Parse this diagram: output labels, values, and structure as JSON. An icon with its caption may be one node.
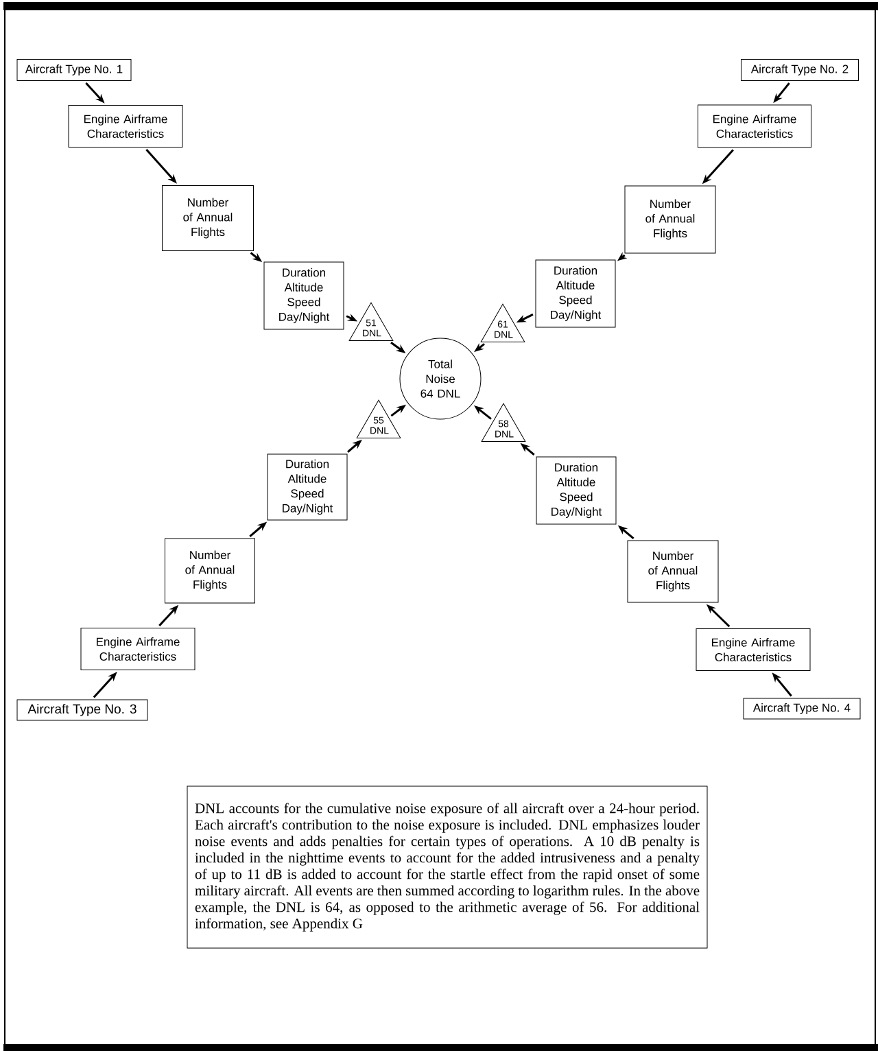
{
  "diagram": {
    "nodes": [
      {
        "text": [
          "Aircraft Type No. 1"
        ]
      },
      {
        "text": [
          "Engine Airframe Characteristics"
        ]
      },
      {
        "text": [
          "Number of Annual Flights"
        ]
      },
      {
        "text": [
          "Duration Altitude Speed Day/Night"
        ]
      },
      {
        "text": [
          "51 DNL"
        ]
      },
      {
        "text": [
          "Aircraft Type No. 2"
        ]
      },
      {
        "text": [
          "Engine Airframe Characteristics"
        ]
      },
      {
        "text": [
          "Number of Annual Flights"
        ]
      },
      {
        "text": [
          "Duration Altitude Speed Day/Night"
        ]
      },
      {
        "text": [
          "61 DNL"
        ]
      },
      {
        "text": [
          "Total Noise 64 DNL"
        ]
      },
      {
        "text": [
          "55 DNL"
        ]
      },
      {
        "text": [
          "Duration Altitude Speed Day/Night"
        ]
      },
      {
        "text": [
          "Number of Annual Flights"
        ]
      },
      {
        "text": [
          "Engine Airframe Characteristics"
        ]
      },
      {
        "text": [
          "Aircraft Type No. 3"
        ]
      },
      {
        "text": [
          "58 DNL"
        ]
      },
      {
        "text": [
          "Duration Altitude Speed Day/Night"
        ]
      },
      {
        "text": [
          "Number of Annual Flights"
        ]
      },
      {
        "text": [
          "Engine Airframe Characteristics"
        ]
      },
      {
        "text": [
          "Aircraft Type No. 4"
        ]
      },
      {
        "text": [
          "DNL accounts for the cumulative noise exposure of all aircraft over a 24-hour period. Each aircraft's contribution to the noise exposure is included. DNL emphasizes louder noise events and adds penalties for certain types of operations. A 10 dB penalty is included in the nighttime events to account for the added intrusiveness and a penalty of up to 11 dB is added to account for the startle effect from the rapid onset of some military aircraft. All events are then summed according to logarithm rules. In the above example, the DNL is 64, as opposed to the arithmetic average of 56. For additional information, see Appendix G"
        ]
      }
    ],
    "edges": [
      {
        "from": 0,
        "to": 1,
        "arrow": "to"
      },
      {
        "from": 1,
        "to": 2,
        "arrow": "to"
      },
      {
        "from": 2,
        "to": 3,
        "arrow": "to"
      },
      {
        "from": 3,
        "to": 4,
        "arrow": "to"
      },
      {
        "from": 4,
        "to": 10,
        "arrow": "to"
      },
      {
        "from": 5,
        "to": 6,
        "arrow": "to"
      },
      {
        "from": 6,
        "to": 7,
        "arrow": "to"
      },
      {
        "from": 7,
        "to": 8,
        "arrow": "to"
      },
      {
        "from": 8,
        "to": 9,
        "arrow": "to"
      },
      {
        "from": 9,
        "to": 10,
        "arrow": "to"
      },
      {
        "from": 15,
        "to": 14,
        "arrow": "to"
      },
      {
        "from": 14,
        "to": 13,
        "arrow": "to"
      },
      {
        "from": 13,
        "to": 12,
        "arrow": "to"
      },
      {
        "from": 12,
        "to": 11,
        "arrow": "to"
      },
      {
        "from": 11,
        "to": 10,
        "arrow": "to"
      },
      {
        "from": 20,
        "to": 19,
        "arrow": "to"
      },
      {
        "from": 19,
        "to": 18,
        "arrow": "to"
      },
      {
        "from": 18,
        "to": 17,
        "arrow": "to"
      },
      {
        "from": 17,
        "to": 16,
        "arrow": "to"
      },
      {
        "from": 16,
        "to": 10,
        "arrow": "to"
      }
    ]
  }
}
